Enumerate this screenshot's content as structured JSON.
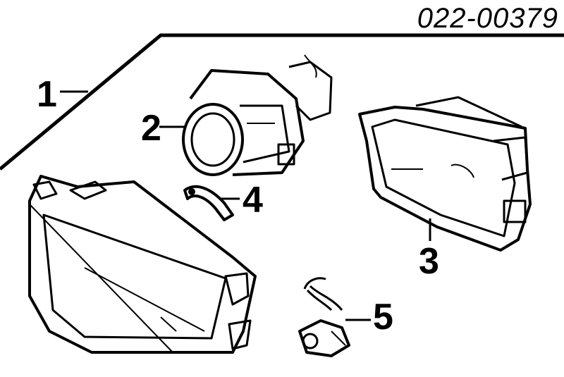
{
  "diagram": {
    "part_number": "022-00379",
    "callouts": [
      {
        "id": "1",
        "label": "1"
      },
      {
        "id": "2",
        "label": "2"
      },
      {
        "id": "3",
        "label": "3"
      },
      {
        "id": "4",
        "label": "4"
      },
      {
        "id": "5",
        "label": "5"
      }
    ]
  },
  "colors": {
    "ink": "#000000",
    "background": "#ffffff"
  }
}
